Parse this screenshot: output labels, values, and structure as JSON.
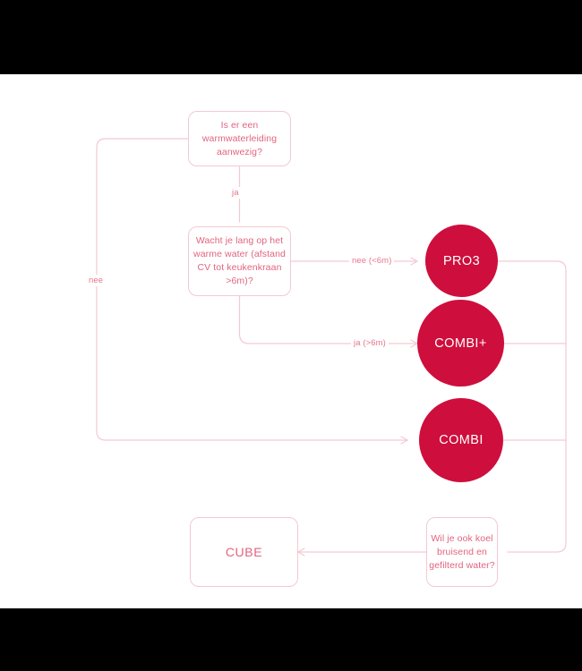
{
  "meta": {
    "stage_background": "#ffffff",
    "letterbox_color": "#000000",
    "accent_circle": "#CE0E3C",
    "line_color": "#F3C9D2",
    "box_text_color": "#E2647E",
    "label_text_color": "#E8758C"
  },
  "nodes": {
    "q_warmwater": {
      "label": "Is er een warmwaterleiding aanwezig?",
      "lines": [
        "Is er een",
        "warmwaterleiding",
        "aanwezig?"
      ]
    },
    "q_wacht": {
      "label": "Wacht je lang op het warme water (afstand CV tot keukenkraan >6m)?",
      "lines": [
        "Wacht je lang op",
        "het warme water",
        "(afstand CV tot",
        "keukenkraan >6m)?"
      ]
    },
    "q_bruisend": {
      "label": "Wil je ook koel bruisend en gefilterd water?",
      "lines": [
        "Wil je ook",
        "koel bruisend",
        "en gefilterd",
        "water?"
      ]
    },
    "cube": {
      "label": "CUBE"
    },
    "pro3": {
      "label": "PRO3"
    },
    "combi_plus": {
      "label": "COMBI+"
    },
    "combi": {
      "label": "COMBI"
    }
  },
  "edge_labels": {
    "ja": "ja",
    "nee": "nee",
    "nee_lt6m": "nee (<6m)",
    "ja_gt6m": "ja (>6m)"
  }
}
